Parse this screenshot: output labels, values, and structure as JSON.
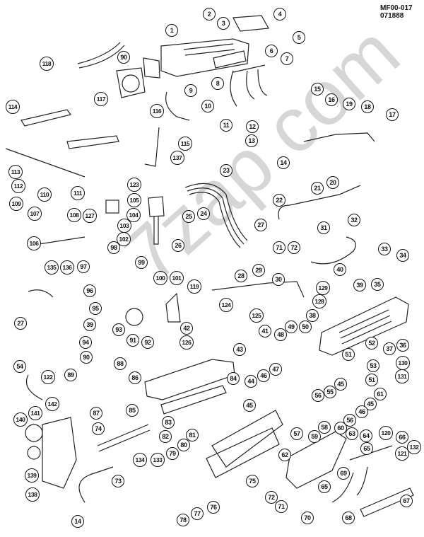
{
  "header": {
    "diagram_code": "MF00-017",
    "date_code": "071888"
  },
  "watermark": "7zap.com",
  "callouts": [
    "1",
    "2",
    "3",
    "4",
    "5",
    "6",
    "7",
    "8",
    "9",
    "10",
    "11",
    "12",
    "13",
    "14",
    "14",
    "15",
    "16",
    "17",
    "18",
    "19",
    "20",
    "21",
    "22",
    "23",
    "24",
    "25",
    "26",
    "27",
    "27",
    "28",
    "29",
    "30",
    "31",
    "32",
    "33",
    "34",
    "35",
    "36",
    "37",
    "38",
    "39",
    "39",
    "40",
    "41",
    "42",
    "43",
    "44",
    "45",
    "45",
    "45",
    "46",
    "46",
    "47",
    "48",
    "49",
    "50",
    "51",
    "51",
    "52",
    "53",
    "54",
    "55",
    "56",
    "56",
    "57",
    "58",
    "59",
    "60",
    "61",
    "62",
    "63",
    "64",
    "65",
    "65",
    "66",
    "67",
    "68",
    "69",
    "70",
    "71",
    "71",
    "72",
    "72",
    "73",
    "74",
    "75",
    "76",
    "77",
    "78",
    "79",
    "80",
    "81",
    "82",
    "83",
    "84",
    "85",
    "86",
    "87",
    "88",
    "89",
    "90",
    "90",
    "91",
    "92",
    "93",
    "94",
    "95",
    "96",
    "97",
    "98",
    "99",
    "100",
    "101",
    "102",
    "103",
    "104",
    "105",
    "106",
    "107",
    "108",
    "109",
    "110",
    "111",
    "112",
    "113",
    "114",
    "115",
    "116",
    "117",
    "118",
    "119",
    "120",
    "121",
    "122",
    "123",
    "124",
    "125",
    "126",
    "127",
    "128",
    "129",
    "130",
    "131",
    "132",
    "133",
    "134",
    "135",
    "136",
    "137",
    "138",
    "139",
    "140",
    "141",
    "142"
  ]
}
